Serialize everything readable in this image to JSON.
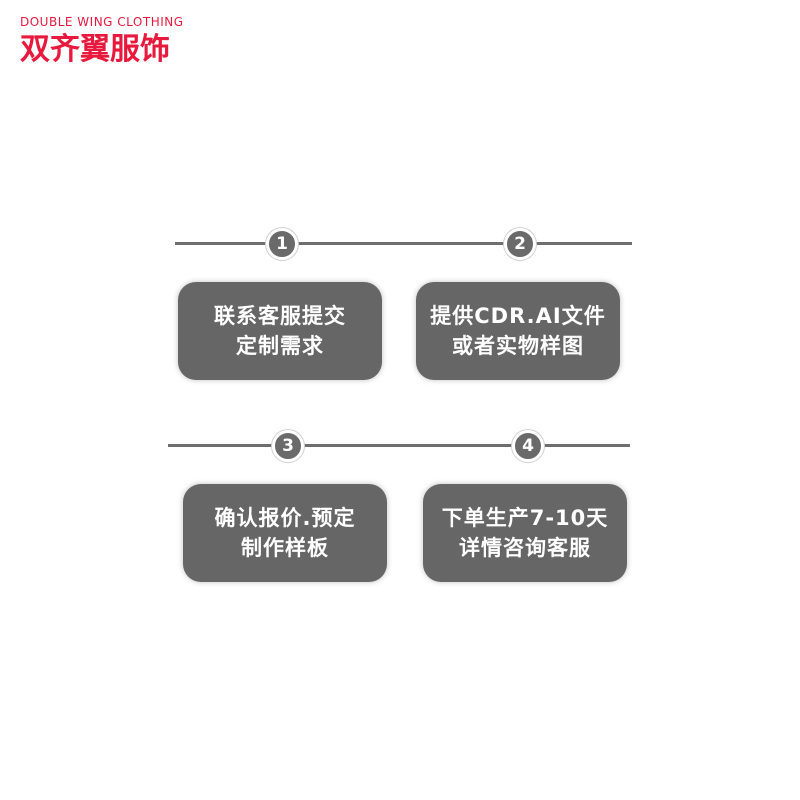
{
  "brand": {
    "name_en": "DOUBLE WING CLOTHING",
    "name_cn": "双齐翼服饰",
    "color": "#e8193c"
  },
  "steps": [
    {
      "number": "1",
      "line1": "联系客服提交",
      "line2": "定制需求"
    },
    {
      "number": "2",
      "line1": "提供CDR.AI文件",
      "line2": "或者实物样图"
    },
    {
      "number": "3",
      "line1": "确认报价.预定",
      "line2": "制作样板"
    },
    {
      "number": "4",
      "line1": "下单生产7-10天",
      "line2": "详情咨询客服"
    }
  ],
  "colors": {
    "box": "#666666",
    "line": "#6e6e6e",
    "text": "#ffffff"
  }
}
